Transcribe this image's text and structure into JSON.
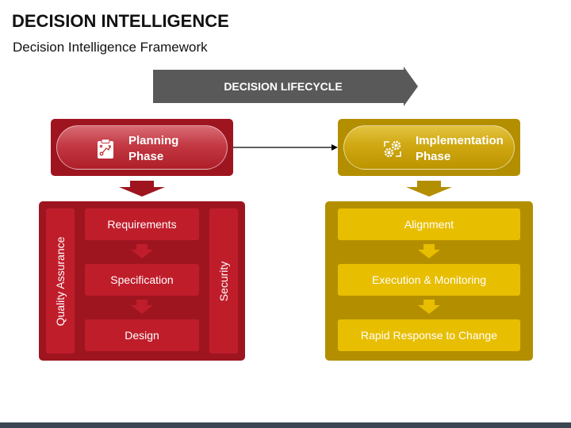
{
  "header": {
    "title": "DECISION INTELLIGENCE",
    "subtitle": "Decision Intelligence Framework"
  },
  "lifecycle": {
    "label": "DECISION LIFECYCLE"
  },
  "planning": {
    "phase_line1": "Planning",
    "phase_line2": "Phase",
    "icon": "clipboard-strategy-icon",
    "side_left": "Quality Assurance",
    "side_right": "Security",
    "steps": [
      "Requirements",
      "Specification",
      "Design"
    ]
  },
  "implementation": {
    "phase_line1": "Implementation",
    "phase_line2": "Phase",
    "icon": "gears-cycle-icon",
    "steps": [
      "Alignment",
      "Execution & Monitoring",
      "Rapid Response to Change"
    ]
  },
  "colors": {
    "red_dark": "#9e1520",
    "red": "#c01d2b",
    "gold_dark": "#b38f00",
    "gold": "#e8be00",
    "banner_gray": "#595959"
  }
}
